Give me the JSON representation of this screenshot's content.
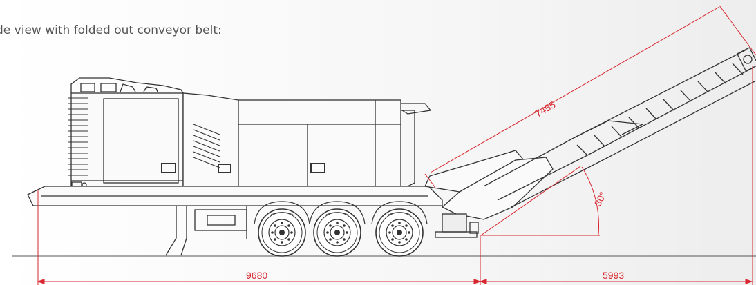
{
  "caption": "de view with folded out conveyor belt:",
  "dimensions": {
    "belt_length": "7455",
    "angle": "30°",
    "machine_length": "9680",
    "belt_reach": "5993"
  },
  "colors": {
    "line": "#3a3a3a",
    "dimension": "#d8262e",
    "caption": "#555555"
  },
  "icons": [
    "wheel-icon"
  ]
}
